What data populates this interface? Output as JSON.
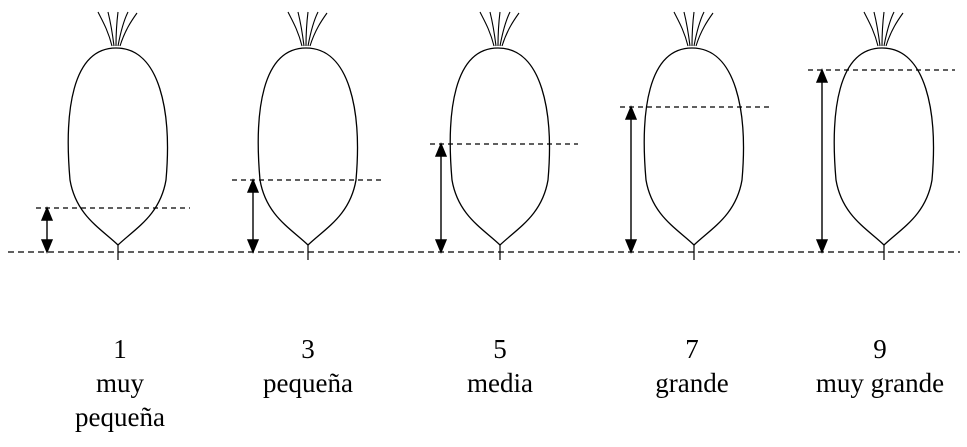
{
  "colors": {
    "line": "#000000",
    "background": "#ffffff"
  },
  "roots": [
    {
      "score": "1",
      "description": "muy\npequeña",
      "description_lines": [
        "muy",
        "pequeña"
      ]
    },
    {
      "score": "3",
      "description": "pequeña",
      "description_lines": [
        "pequeña"
      ]
    },
    {
      "score": "5",
      "description": "media",
      "description_lines": [
        "media"
      ]
    },
    {
      "score": "7",
      "description": "grande",
      "description_lines": [
        "grande"
      ]
    },
    {
      "score": "9",
      "description": "muy grande",
      "description_lines": [
        "muy grande"
      ]
    }
  ],
  "legend_icons": [
    "root-outline-icon",
    "leaf-tuft-icon",
    "double-arrow-icon"
  ]
}
